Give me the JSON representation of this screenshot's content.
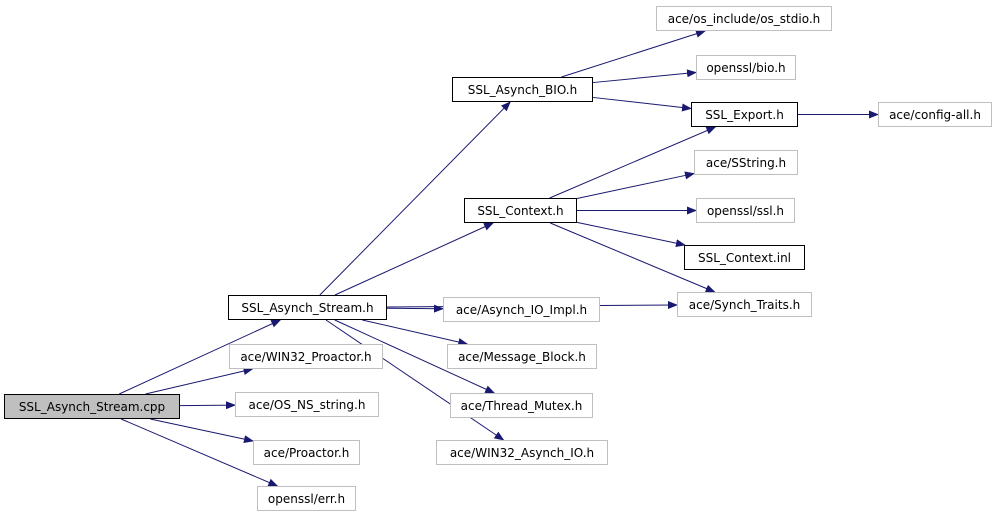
{
  "graph": {
    "root": "SSL_Asynch_Stream.cpp",
    "edge_color": "#191970",
    "nodes": {
      "root": {
        "label": "SSL_Asynch_Stream.cpp",
        "style": "root"
      },
      "stream_h": {
        "label": "SSL_Asynch_Stream.h",
        "style": "solid"
      },
      "bio_h": {
        "label": "SSL_Asynch_BIO.h",
        "style": "solid"
      },
      "context_h": {
        "label": "SSL_Context.h",
        "style": "solid"
      },
      "export_h": {
        "label": "SSL_Export.h",
        "style": "solid"
      },
      "context_inl": {
        "label": "SSL_Context.inl",
        "style": "solid"
      },
      "os_stdio": {
        "label": "ace/os_include/os_stdio.h",
        "style": "gray"
      },
      "bio": {
        "label": "openssl/bio.h",
        "style": "gray"
      },
      "config_all": {
        "label": "ace/config-all.h",
        "style": "gray"
      },
      "sstring": {
        "label": "ace/SString.h",
        "style": "gray"
      },
      "ssl": {
        "label": "openssl/ssl.h",
        "style": "gray"
      },
      "synch_traits": {
        "label": "ace/Synch_Traits.h",
        "style": "gray"
      },
      "aio_impl": {
        "label": "ace/Asynch_IO_Impl.h",
        "style": "gray"
      },
      "msg_block": {
        "label": "ace/Message_Block.h",
        "style": "gray"
      },
      "thread_mutex": {
        "label": "ace/Thread_Mutex.h",
        "style": "gray"
      },
      "win32_aio": {
        "label": "ace/WIN32_Asynch_IO.h",
        "style": "gray"
      },
      "win32_proactor": {
        "label": "ace/WIN32_Proactor.h",
        "style": "gray"
      },
      "os_ns_string": {
        "label": "ace/OS_NS_string.h",
        "style": "gray"
      },
      "proactor": {
        "label": "ace/Proactor.h",
        "style": "gray"
      },
      "err": {
        "label": "openssl/err.h",
        "style": "gray"
      }
    },
    "edges": [
      [
        "root",
        "stream_h"
      ],
      [
        "root",
        "win32_proactor"
      ],
      [
        "root",
        "os_ns_string"
      ],
      [
        "root",
        "proactor"
      ],
      [
        "root",
        "err"
      ],
      [
        "stream_h",
        "bio_h"
      ],
      [
        "stream_h",
        "context_h"
      ],
      [
        "stream_h",
        "synch_traits"
      ],
      [
        "stream_h",
        "aio_impl"
      ],
      [
        "stream_h",
        "msg_block"
      ],
      [
        "stream_h",
        "thread_mutex"
      ],
      [
        "stream_h",
        "win32_aio"
      ],
      [
        "bio_h",
        "os_stdio"
      ],
      [
        "bio_h",
        "bio"
      ],
      [
        "bio_h",
        "export_h"
      ],
      [
        "export_h",
        "config_all"
      ],
      [
        "context_h",
        "export_h"
      ],
      [
        "context_h",
        "sstring"
      ],
      [
        "context_h",
        "ssl"
      ],
      [
        "context_h",
        "context_inl"
      ],
      [
        "context_h",
        "synch_traits"
      ]
    ]
  }
}
